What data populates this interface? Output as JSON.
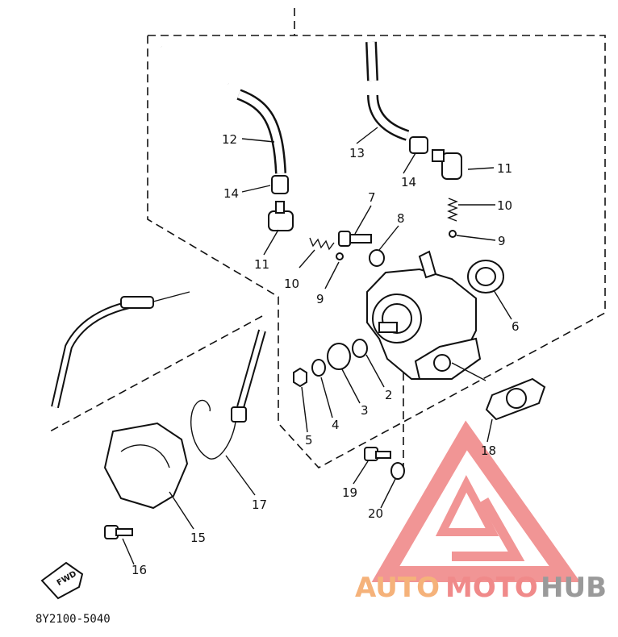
{
  "diagram_code": "8Y2100-5040",
  "fwd_label": "FWD",
  "watermark": {
    "word1": "AUTO",
    "word2": "MOTO",
    "word3": "HUB",
    "color_orange": "#f5b27a",
    "color_red": "#f08a8a",
    "color_grey": "#9a9a9a"
  },
  "callouts": {
    "c2": "2",
    "c3": "3",
    "c4": "4",
    "c5": "5",
    "c6": "6",
    "c7": "7",
    "c8": "8",
    "c9a": "9",
    "c9b": "9",
    "c10a": "10",
    "c10b": "10",
    "c11a": "11",
    "c11b": "11",
    "c12": "12",
    "c13": "13",
    "c14a": "14",
    "c14b": "14",
    "c15": "15",
    "c16": "16",
    "c17": "17",
    "c18": "18",
    "c19": "19",
    "c20": "20"
  }
}
